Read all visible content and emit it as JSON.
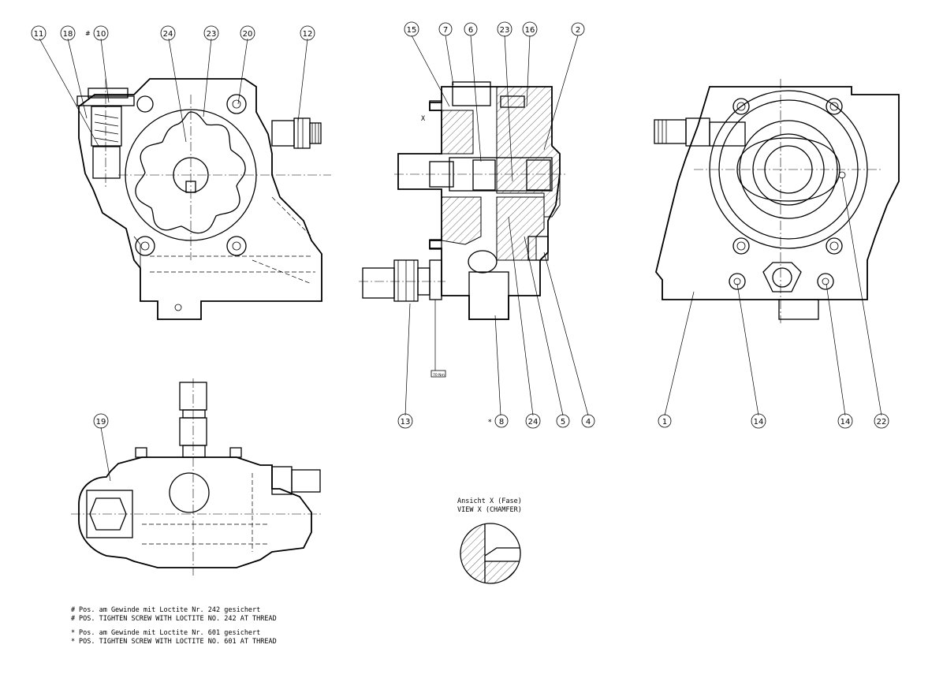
{
  "balloons": {
    "b11": "11",
    "b18": "18",
    "b10": "10",
    "b24a": "24",
    "b23a": "23",
    "b20": "20",
    "b12": "12",
    "b15": "15",
    "b7": "7",
    "b6": "6",
    "b23b": "23",
    "b16": "16",
    "b2": "2",
    "b13": "13",
    "b8": "8",
    "b24b": "24",
    "b5": "5",
    "b4": "4",
    "b1": "1",
    "b14a": "14",
    "b14b": "14",
    "b22": "22",
    "b19": "19"
  },
  "markers": {
    "hash": "#",
    "star": "*"
  },
  "view_letter": "X",
  "small_label": "70 Nm",
  "view_x": {
    "title_de": "Ansicht X (Fase)",
    "title_en": "VIEW X (CHAMFER)"
  },
  "notes": [
    {
      "symbol": "#",
      "text": "Pos. am Gewinde mit Loctite Nr. 242 gesichert"
    },
    {
      "symbol": "#",
      "text": "POS. TIGHTEN SCREW WITH LOCTITE NO. 242 AT THREAD"
    },
    {
      "symbol": "*",
      "text": "Pos. am Gewinde mit Loctite Nr. 601 gesichert"
    },
    {
      "symbol": "*",
      "text": "POS. TIGHTEN SCREW WITH LOCTITE NO. 601 AT THREAD"
    }
  ]
}
